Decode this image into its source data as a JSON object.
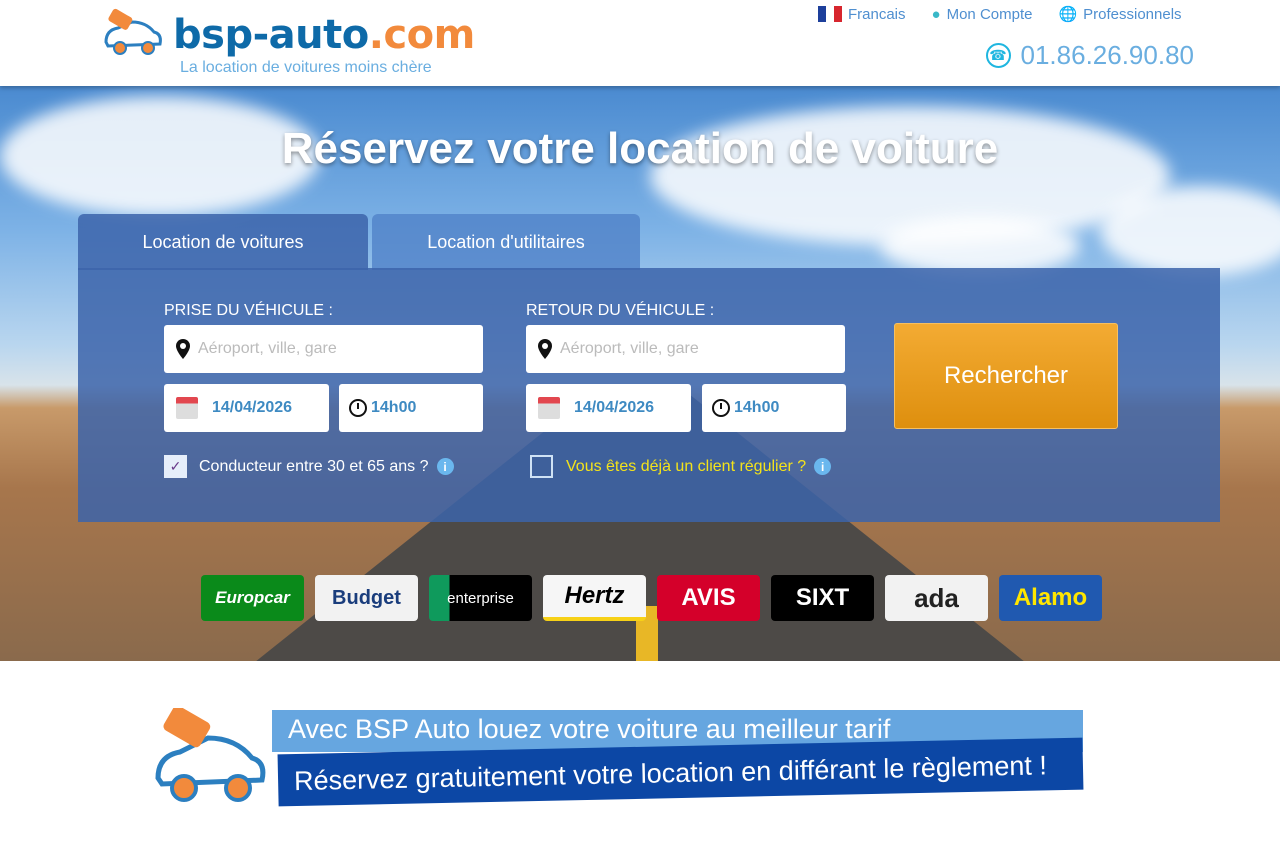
{
  "header": {
    "logo_main": "bsp-auto",
    "logo_tld": ".com",
    "tagline": "La location de voitures moins chère",
    "links": [
      {
        "label": "Francais",
        "icon": "france-flag-icon"
      },
      {
        "label": "Mon Compte",
        "icon": "user-icon"
      },
      {
        "label": "Professionnels",
        "icon": "globe-icon"
      }
    ],
    "phone": "01.86.26.90.80"
  },
  "hero": {
    "title": "Réservez votre location de voiture"
  },
  "tabs": [
    {
      "label": "Location de voitures",
      "active": true
    },
    {
      "label": "Location d'utilitaires",
      "active": false
    }
  ],
  "form": {
    "pickup": {
      "label": "PRISE DU VÉHICULE :",
      "placeholder": "Aéroport, ville, gare",
      "date": "14/04/2026",
      "time": "14h00"
    },
    "return": {
      "label": "RETOUR DU VÉHICULE :",
      "placeholder": "Aéroport, ville, gare",
      "date": "14/04/2026",
      "time": "14h00"
    },
    "driver_age": {
      "label": "Conducteur entre 30 et 65 ans ?",
      "checked": true
    },
    "regular_client": {
      "label": "Vous êtes déjà un client régulier ?",
      "checked": false
    },
    "search_label": "Rechercher"
  },
  "brands": [
    "Europcar",
    "Budget",
    "enterprise",
    "Hertz",
    "AVIS",
    "SIXT",
    "ada",
    "Alamo"
  ],
  "promo": {
    "line1": "Avec BSP Auto louez votre voiture au meilleur tarif",
    "line2": "Réservez gratuitement votre location en différant le règlement !"
  }
}
